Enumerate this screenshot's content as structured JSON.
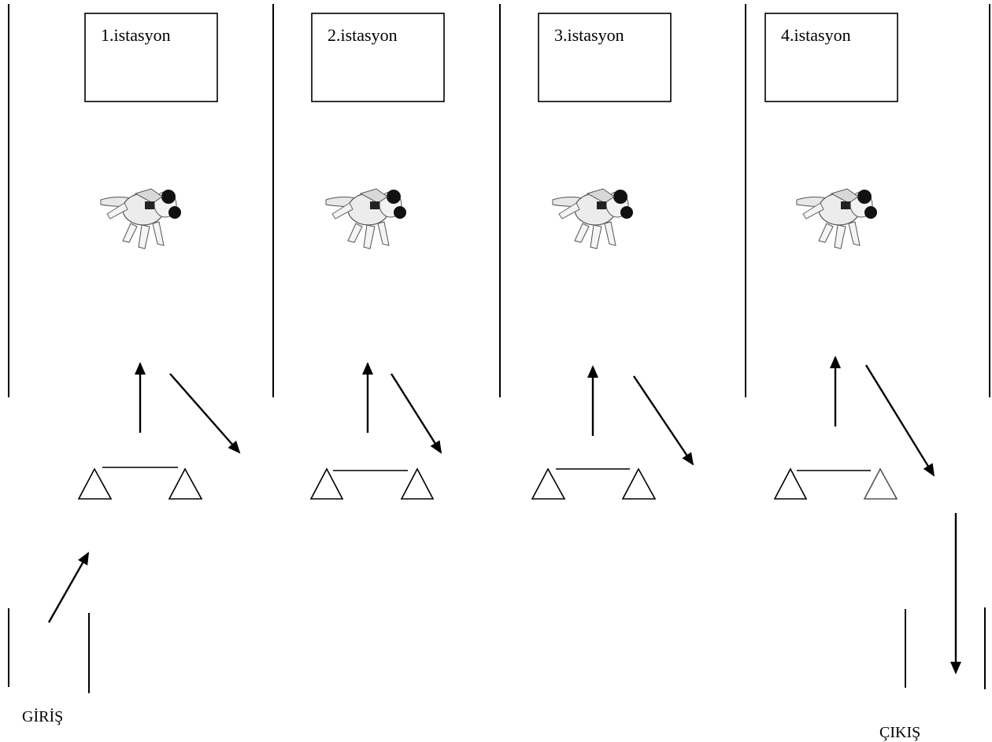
{
  "stations": [
    {
      "label": "1.istasyon",
      "figure_icon": "judo-throw-figure-icon"
    },
    {
      "label": "2.istasyon",
      "figure_icon": "judo-throw-figure-icon"
    },
    {
      "label": "3.istasyon",
      "figure_icon": "judo-throw-figure-icon"
    },
    {
      "label": "4.istasyon",
      "figure_icon": "judo-throw-figure-icon"
    }
  ],
  "entrance": {
    "label": "GİRİŞ"
  },
  "exit": {
    "label": "ÇIKIŞ"
  },
  "colors": {
    "line": "#000000",
    "background": "#ffffff"
  }
}
